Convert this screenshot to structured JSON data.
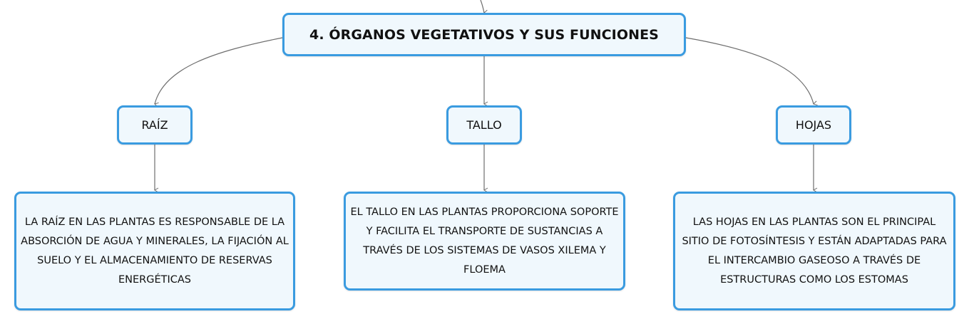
{
  "diagram": {
    "root": {
      "label": "4. ÓRGANOS VEGETATIVOS Y SUS FUNCIONES"
    },
    "branches": [
      {
        "label": "RAÍZ",
        "description": "LA RAÍZ EN LAS PLANTAS ES RESPONSABLE DE LA ABSORCIÓN DE AGUA Y MINERALES, LA FIJACIÓN AL SUELO Y EL ALMACENAMIENTO DE RESERVAS ENERGÉTICAS"
      },
      {
        "label": "TALLO",
        "description": "EL TALLO EN LAS PLANTAS PROPORCIONA SOPORTE Y FACILITA EL TRANSPORTE DE SUSTANCIAS A TRAVÉS DE LOS SISTEMAS DE VASOS XILEMA Y FLOEMA"
      },
      {
        "label": "HOJAS",
        "description": "LAS HOJAS EN LAS PLANTAS SON EL PRINCIPAL SITIO DE FOTOSÍNTESIS Y ESTÁN ADAPTADAS PARA EL INTERCAMBIO GASEOSO A TRAVÉS DE ESTRUCTURAS COMO LOS ESTOMAS"
      }
    ],
    "colors": {
      "node_border": "#3a9be0",
      "node_fill": "#f0f8fd",
      "connector": "#6e6e6e",
      "text": "#111111"
    }
  }
}
